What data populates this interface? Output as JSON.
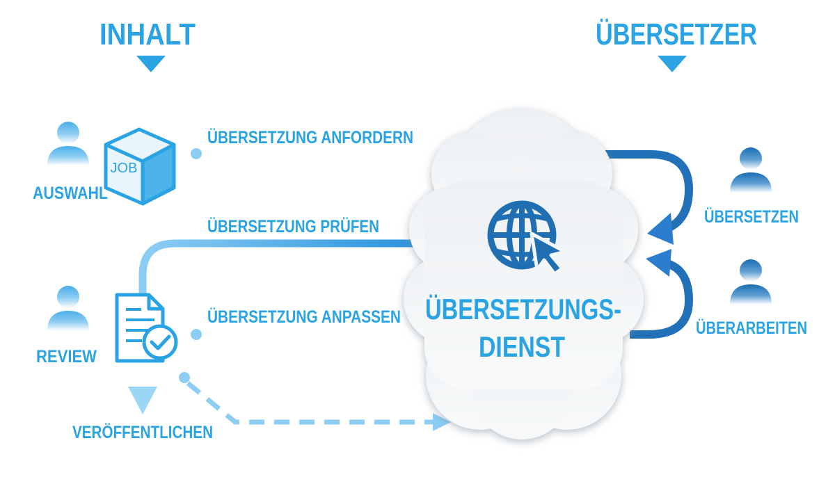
{
  "header": {
    "left_title": "INHALT",
    "right_title": "ÜBERSETZER"
  },
  "flows": {
    "request": "ÜBERSETZUNG ANFORDERN",
    "check": "ÜBERSETZUNG PRÜFEN",
    "adjust": "ÜBERSETZUNG ANPASSEN"
  },
  "roles": {
    "selection": "AUSWAHL",
    "review": "REVIEW",
    "publish": "VERÖFFENTLICHEN",
    "translate": "ÜBERSETZEN",
    "revise": "ÜBERARBEITEN"
  },
  "job_box": {
    "label": "JOB"
  },
  "service": {
    "line1": "ÜBERSETZUNGS-",
    "line2": "DIENST"
  },
  "colors": {
    "primary": "#2aa3e2",
    "dark": "#1f77bf",
    "light": "#8ccdf4",
    "cloud": "#eef2f5"
  }
}
